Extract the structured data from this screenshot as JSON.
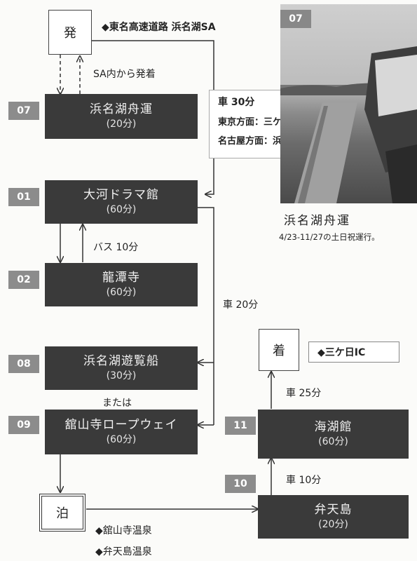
{
  "start": {
    "label": "発",
    "location": "◆東名高速道路 浜名湖SA"
  },
  "sa_note": "SA内から発着",
  "car_access": {
    "line1": "車 30分",
    "line2": "東京方面：三ケ日IC",
    "line3": "名古屋方面：浜松西IC"
  },
  "nodes": {
    "n07": {
      "num": "07",
      "name": "浜名湖舟運",
      "dur": "(20分)"
    },
    "n01": {
      "num": "01",
      "name": "大河ドラマ館",
      "dur": "(60分)"
    },
    "n02": {
      "num": "02",
      "name": "龍潭寺",
      "dur": "(60分)"
    },
    "n08": {
      "num": "08",
      "name": "浜名湖遊覧船",
      "dur": "(30分)"
    },
    "n09": {
      "num": "09",
      "name": "舘山寺ロープウェイ",
      "dur": "(60分)"
    },
    "n11": {
      "num": "11",
      "name": "海湖館",
      "dur": "(60分)"
    },
    "n10": {
      "num": "10",
      "name": "弁天島",
      "dur": "(20分)"
    }
  },
  "bus_label": "バス 10分",
  "car20": "車 20分",
  "or_label": "または",
  "car25": "車 25分",
  "car10": "車 10分",
  "stay": {
    "label": "泊",
    "onsen1": "◆舘山寺温泉",
    "onsen2": "◆弁天島温泉"
  },
  "end": {
    "label": "着",
    "location": "◆三ケ日IC"
  },
  "photo": {
    "badge": "07",
    "caption": "浜名湖舟運",
    "note": "4/23-11/27の土日祝運行。"
  }
}
